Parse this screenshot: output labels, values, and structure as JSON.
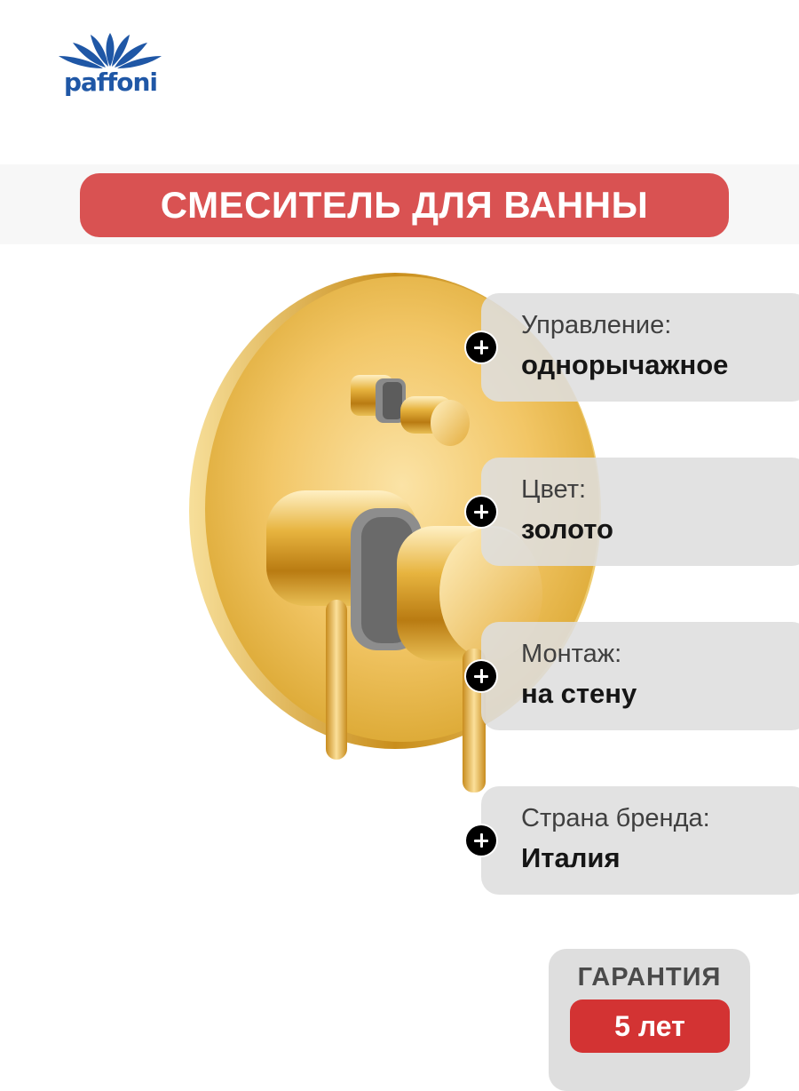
{
  "brand": {
    "logo_text": "paffoni",
    "color": "#1f57a6"
  },
  "title": "СМЕСИТЕЛЬ ДЛЯ ВАННЫ",
  "product_image": {
    "icon": "gold-bath-mixer-image",
    "color": "#d6a324"
  },
  "features": [
    {
      "label": "Управление:",
      "value": "однорычажное"
    },
    {
      "label": "Цвет:",
      "value": "золото"
    },
    {
      "label": "Монтаж:",
      "value": "на стену"
    },
    {
      "label": "Страна бренда:",
      "value": "Италия"
    }
  ],
  "warranty": {
    "label": "ГАРАНТИЯ",
    "value": "5 лет"
  },
  "colors": {
    "title_bg": "#d95252",
    "warranty_bg": "#d33333",
    "card_bg": "#dedede"
  }
}
